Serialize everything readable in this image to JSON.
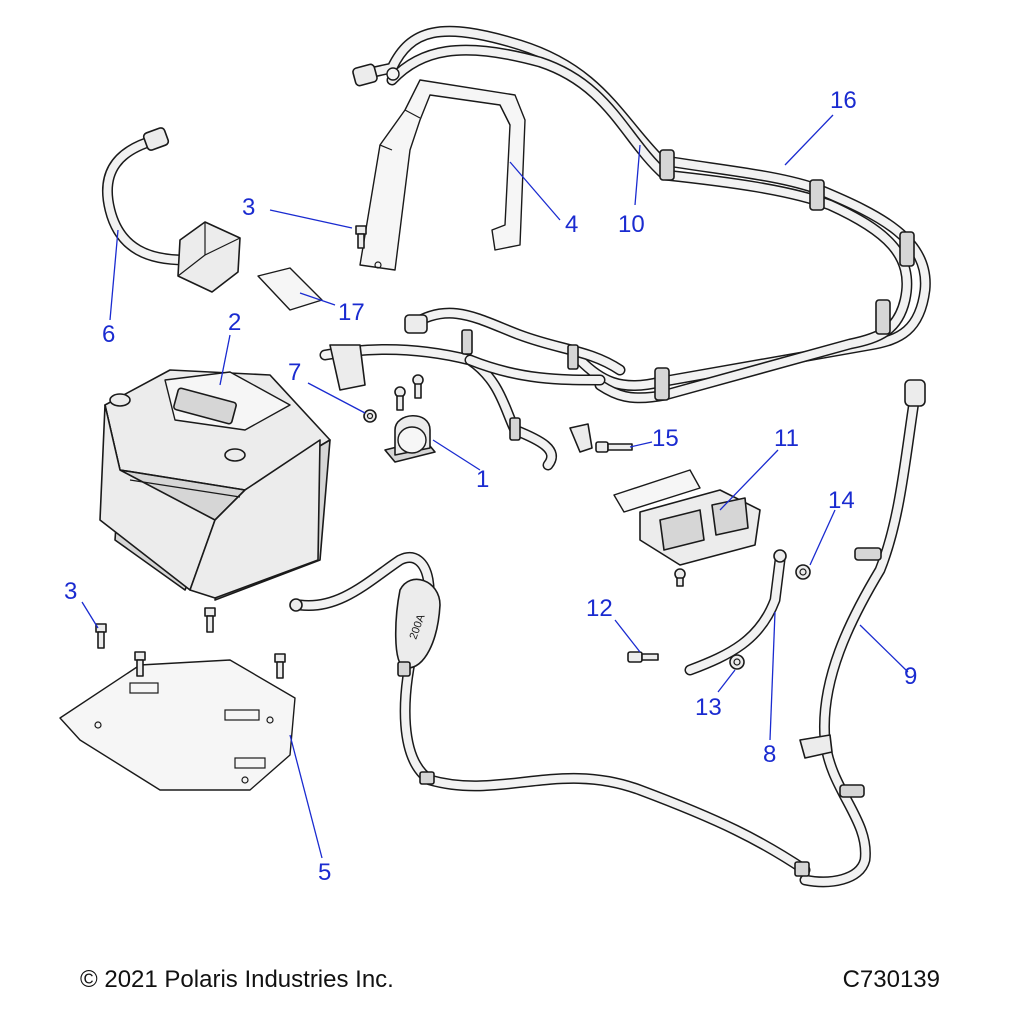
{
  "callouts": [
    "1",
    "2",
    "3",
    "3",
    "4",
    "5",
    "6",
    "7",
    "8",
    "9",
    "10",
    "11",
    "12",
    "13",
    "14",
    "15",
    "16",
    "17"
  ],
  "fuse_label": "200A",
  "footer": {
    "copyright": "© 2021 Polaris Industries Inc.",
    "drawing_number": "C730139"
  },
  "colors": {
    "callout": "#1a2bd0",
    "line": "#1a1a1a",
    "part_fill": "#ececec"
  }
}
